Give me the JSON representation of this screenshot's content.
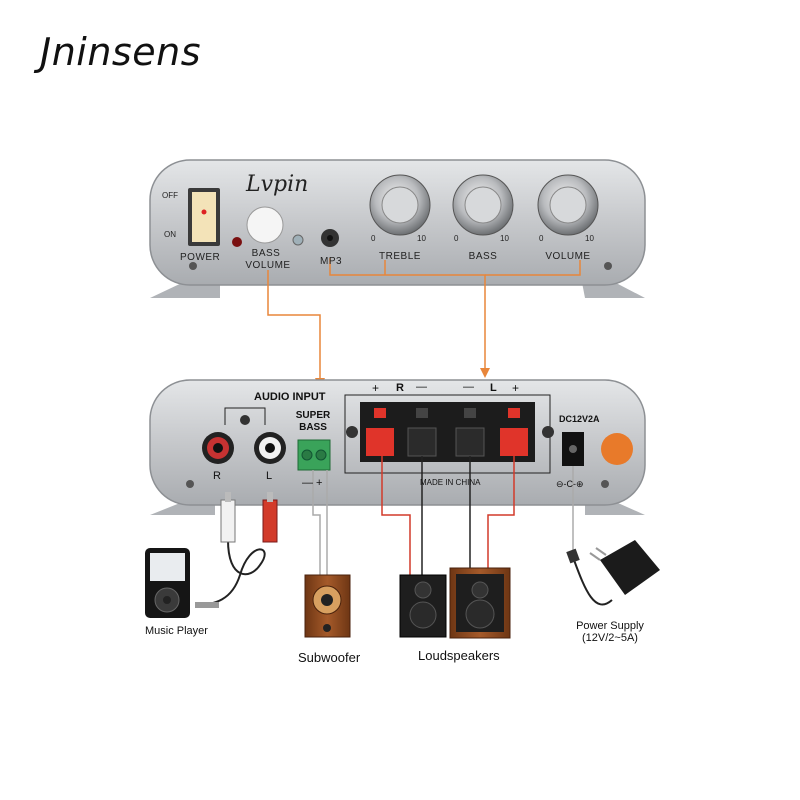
{
  "brand": "Jninsens",
  "front_panel": {
    "logo": "Lvpin",
    "switch_off": "OFF",
    "switch_on": "ON",
    "power": "POWER",
    "bass_volume_line1": "BASS",
    "bass_volume_line2": "VOLUME",
    "mp3": "MP3",
    "knobs": [
      {
        "label": "TREBLE",
        "min": "0",
        "max": "10"
      },
      {
        "label": "BASS",
        "min": "0",
        "max": "10"
      },
      {
        "label": "VOLUME",
        "min": "0",
        "max": "10"
      }
    ]
  },
  "rear_panel": {
    "audio_input": "AUDIO INPUT",
    "super_bass_line1": "SUPER",
    "super_bass_line2": "BASS",
    "rca_r": "R",
    "rca_l": "L",
    "sb_polarity": "— +",
    "speaker_plus_r": "+",
    "speaker_r": "R",
    "speaker_minus_r": "—",
    "speaker_minus_l": "—",
    "speaker_l": "L",
    "speaker_plus_l": "+",
    "made_in": "MADE IN CHINA",
    "dc_label": "DC12V2A",
    "dc_polarity": "⊖-C-⊕"
  },
  "devices": {
    "music_player": "Music Player",
    "subwoofer": "Subwoofer",
    "loudspeakers": "Loudspeakers",
    "power_supply_line1": "Power Supply",
    "power_supply_line2": "(12V/2~5A)"
  },
  "colors": {
    "panel": "#c9cbce",
    "panel_dark": "#9a9da1",
    "guide_line": "#e8863a",
    "speaker_red": "#d23a2a",
    "speaker_black": "#2a2a2a",
    "wood": "#8a4a22",
    "terminal_green": "#3aa35a"
  }
}
